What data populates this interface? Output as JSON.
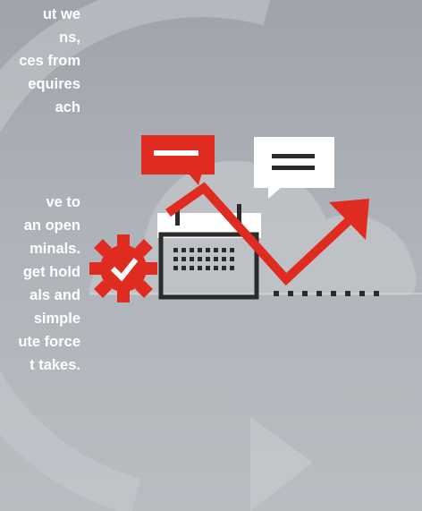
{
  "paragraphs": [
    {
      "lines": [
        "ut we",
        "ns,",
        "ces from",
        "equires",
        "ach"
      ]
    },
    {
      "lines": [
        "ve to",
        "an open",
        "minals.",
        "get hold",
        "als and",
        "simple",
        "ute force",
        "t takes."
      ]
    }
  ],
  "colors": {
    "background": "#a8adb3",
    "accent_red": "#e02b20",
    "outline_dark": "#2b2b2b",
    "white": "#ffffff",
    "cloud": "#c3c6ca",
    "arc": "#c9ccd0"
  },
  "icons": [
    "circular-arrow-icon",
    "cloud-icon",
    "calendar-icon",
    "gear-check-icon",
    "speech-bubble-red-icon",
    "speech-bubble-white-icon",
    "trend-arrow-icon",
    "dotted-timeline-icon"
  ]
}
